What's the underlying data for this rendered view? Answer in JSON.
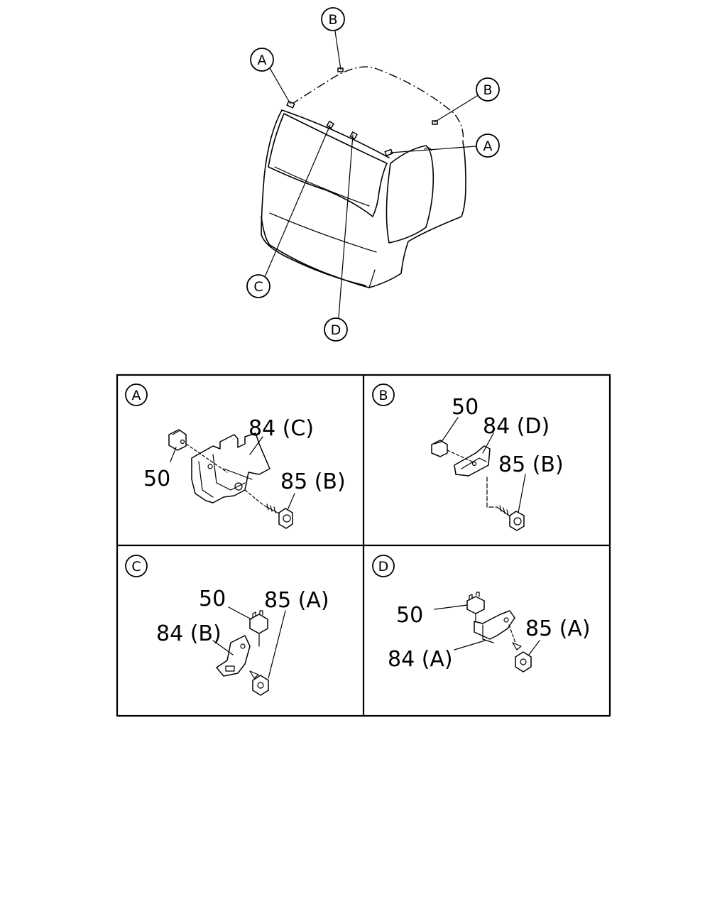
{
  "overview": {
    "callouts": {
      "top_b": "B",
      "left_a": "A",
      "right_b": "B",
      "right_a": "A",
      "bottom_c": "C",
      "bottom_d": "D"
    }
  },
  "panels": [
    {
      "id": "A",
      "labels": {
        "clip": "50",
        "garnish": "84 (C)",
        "screw": "85 (B)"
      }
    },
    {
      "id": "B",
      "labels": {
        "clip": "50",
        "garnish": "84 (D)",
        "screw": "85 (B)"
      }
    },
    {
      "id": "C",
      "labels": {
        "clip": "50",
        "garnish": "84 (B)",
        "screw": "85 (A)"
      }
    },
    {
      "id": "D",
      "labels": {
        "clip": "50",
        "garnish": "84 (A)",
        "screw": "85 (A)"
      }
    }
  ]
}
